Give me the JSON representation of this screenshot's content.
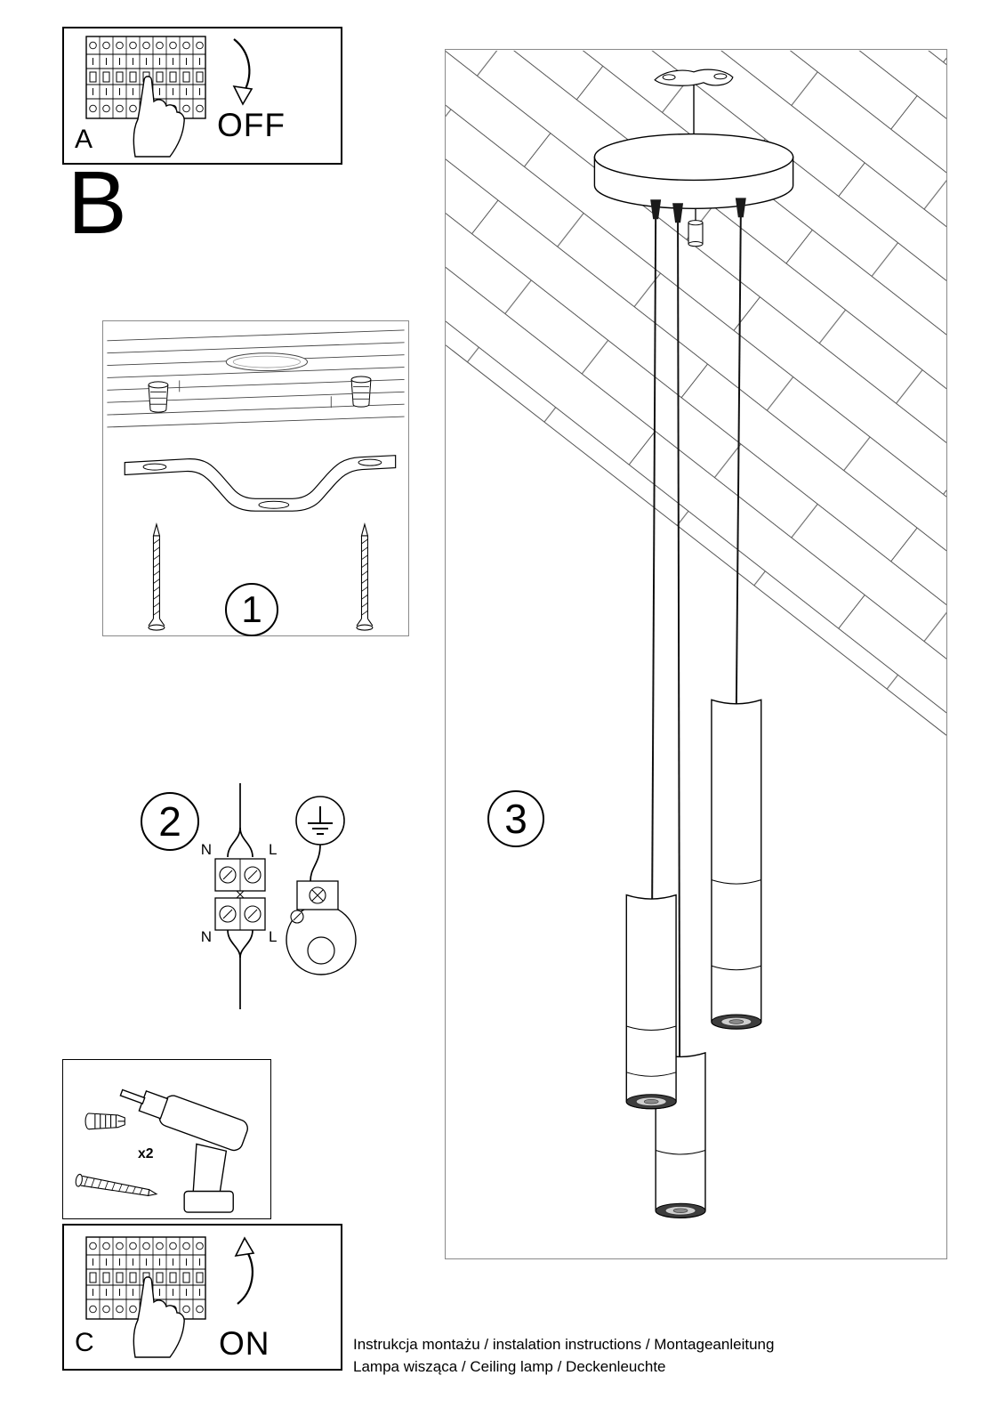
{
  "panel_a": {
    "label": "A",
    "action": "OFF"
  },
  "section_b": {
    "label": "B"
  },
  "panel_c": {
    "label": "C",
    "action": "ON"
  },
  "steps": {
    "one": "1",
    "two": "2",
    "three": "3"
  },
  "wiring": {
    "n_top": "N",
    "l_top": "L",
    "n_bottom": "N",
    "l_bottom": "L"
  },
  "hardware": {
    "plug_count": "x2"
  },
  "footer": {
    "line1": "Instrukcja montażu / instalation instructions / Montageanleitung",
    "line2": "Lampa wisząca / Ceiling lamp / Deckenleuchte"
  }
}
